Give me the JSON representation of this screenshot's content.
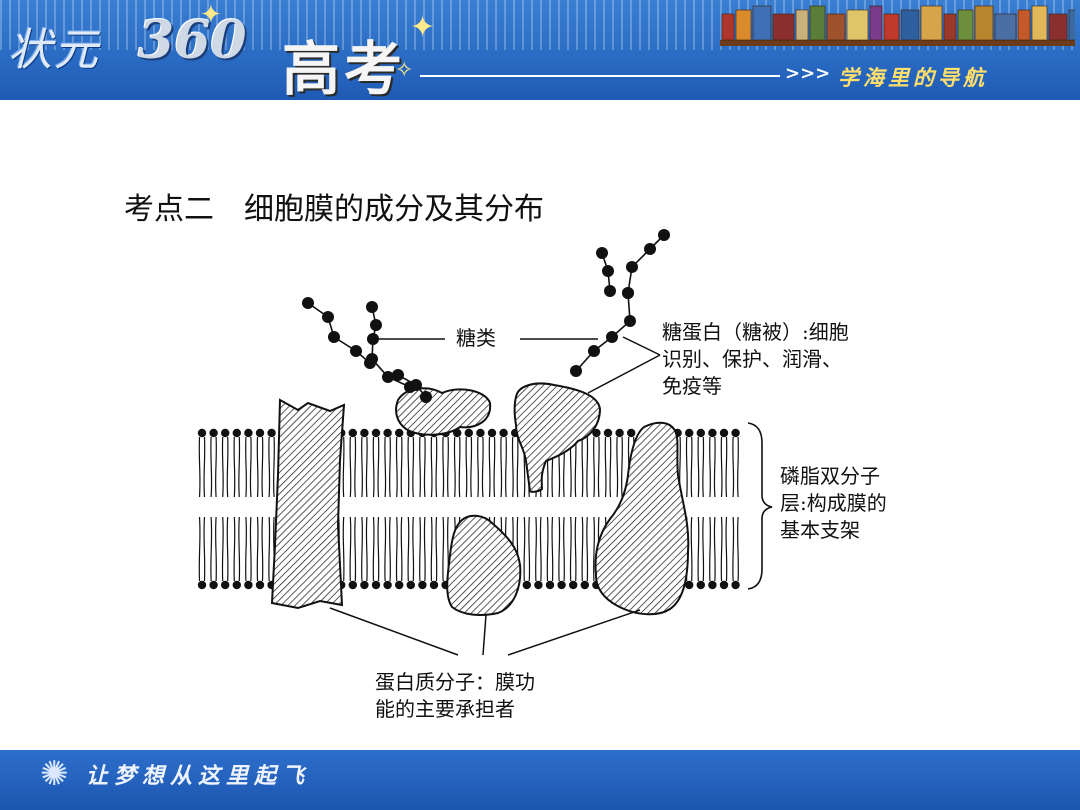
{
  "header": {
    "brand_left": "状元",
    "brand_number": "360",
    "brand_main": "高考",
    "arrows": ">>>",
    "tagline": "学海里的导航"
  },
  "slide": {
    "title": "考点二　细胞膜的成分及其分布"
  },
  "diagram": {
    "label_sugar": "糖类",
    "label_glycoprotein": [
      "糖蛋白（糖被）:细胞",
      "识别、保护、润滑、",
      "免疫等"
    ],
    "label_bilayer": [
      "磷脂双分子",
      "层:构成膜的",
      "基本支架"
    ],
    "label_protein": [
      "蛋白质分子：膜功",
      "能的主要承担者"
    ]
  },
  "footer": {
    "slogan": "让梦想从这里起飞"
  },
  "colors": {
    "header_blue": "#2a6cc4",
    "tagline_yellow": "#ffde6b",
    "footer_blue": "#1d56b0"
  }
}
